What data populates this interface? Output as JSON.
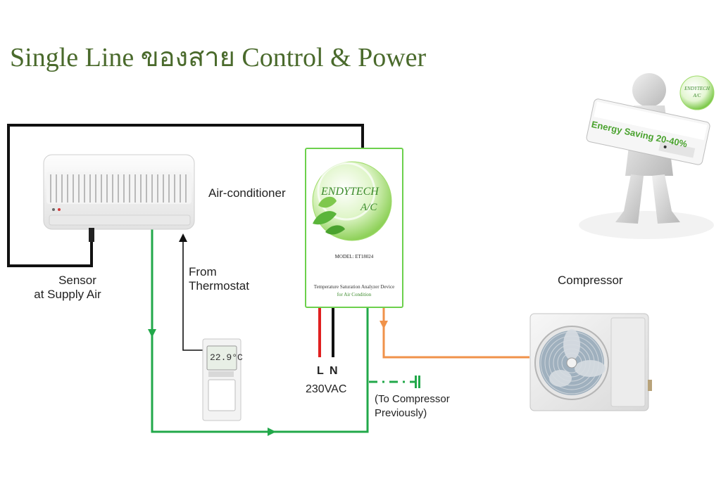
{
  "title": "Single Line ของสาย Control & Power",
  "labels": {
    "air_conditioner": "Air-conditioner",
    "sensor_line1": "Sensor",
    "sensor_line2": "at Supply Air",
    "from": "From",
    "thermostat": "Thermostat",
    "compressor": "Compressor",
    "line": "L",
    "neutral": "N",
    "voltage": "230VAC",
    "to_compressor_line1": "(To Compressor",
    "to_compressor_line2": "Previously)"
  },
  "device": {
    "brand": "ENDYTECH",
    "brand_sub": "A/C",
    "model": "MODEL: ET18024",
    "desc_line1": "Temperature Saturation Analyzer Device",
    "desc_line2": "for Air Condition"
  },
  "thermostat_display": "22.9°C",
  "mascot": {
    "banner": "Energy Saving 20-40%",
    "badge_line1": "ENDYTECH",
    "badge_line2": "A/C"
  },
  "colors": {
    "title": "#4a6a2c",
    "green_wire": "#22a84a",
    "orange_wire": "#f0924a",
    "red_wire": "#e02020",
    "black_wire": "#111111",
    "device_border": "#6cd04c"
  }
}
